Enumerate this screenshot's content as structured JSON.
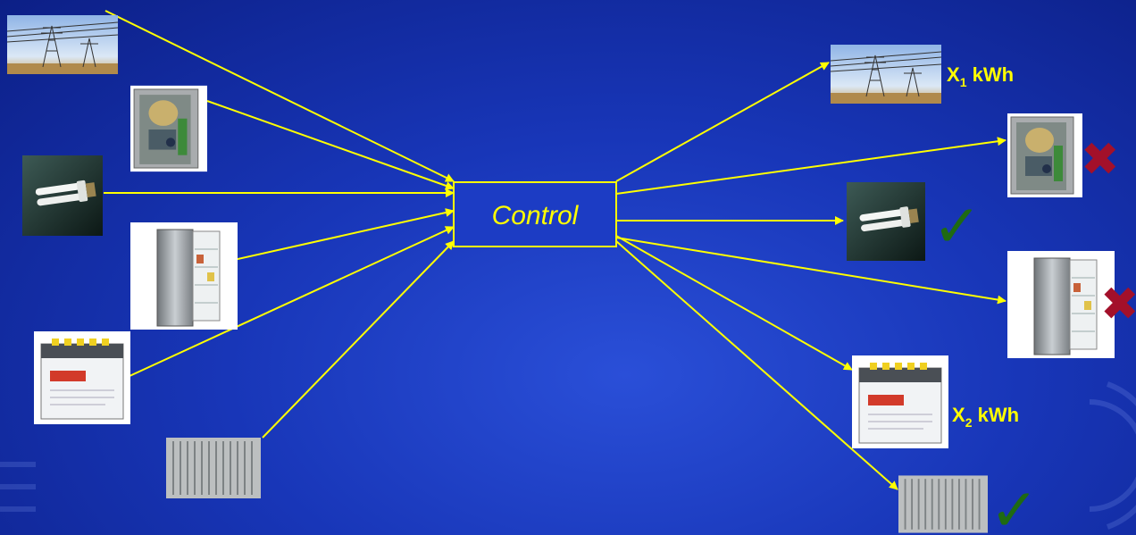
{
  "control": {
    "label": "Control"
  },
  "outputs": {
    "grid_label_main": "X",
    "grid_label_sub": "1",
    "grid_label_unit": " kWh",
    "battery_label_main": "X",
    "battery_label_sub": "2",
    "battery_label_unit": " kWh"
  },
  "marks": {
    "check_glyph": "✓",
    "cross_glyph": "✖",
    "check_color": "#1f6a12",
    "cross_color": "#a3102a"
  },
  "colors": {
    "arrow": "#ffff00",
    "control_fill": "#1c3cc4",
    "control_border": "#ffff00"
  },
  "icons": {
    "grid": "power-pylon-photo",
    "boiler": "boiler-appliance-photo",
    "bulb": "energy-saving-bulb-photo",
    "fridge": "refrigerator-photo",
    "battery": "battery-photo",
    "radiator": "radiator-photo"
  }
}
